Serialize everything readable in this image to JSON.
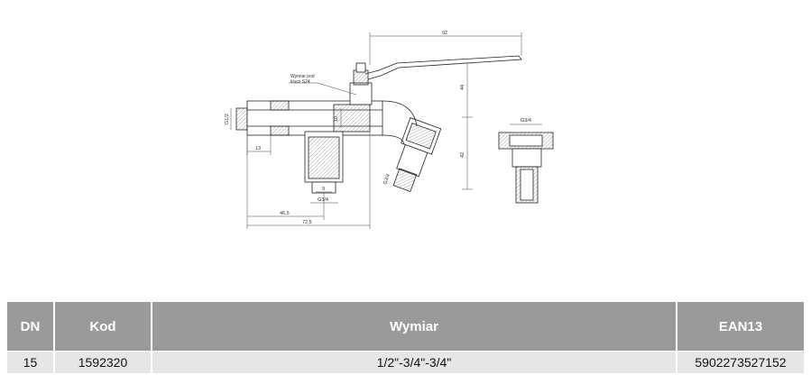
{
  "drawing": {
    "dimensions": {
      "d92": "92",
      "d44": "44",
      "d42": "42",
      "d10": "10",
      "d13": "13",
      "d9": "9",
      "d46_5": "46,5",
      "d72_5": "72,5",
      "thread_half": "G1/2",
      "thread_34_a": "G3/4",
      "thread_34_b": "G3/4",
      "thread_34_c": "G3/4"
    },
    "key_note_line1": "Wymiar pod",
    "key_note_line2": "klucz S24"
  },
  "table": {
    "headers": [
      "DN",
      "Kod",
      "Wymiar",
      "EAN13"
    ],
    "rows": [
      [
        "15",
        "1592320",
        "1/2\"-3/4\"-3/4\"",
        "5902273527152"
      ]
    ]
  }
}
